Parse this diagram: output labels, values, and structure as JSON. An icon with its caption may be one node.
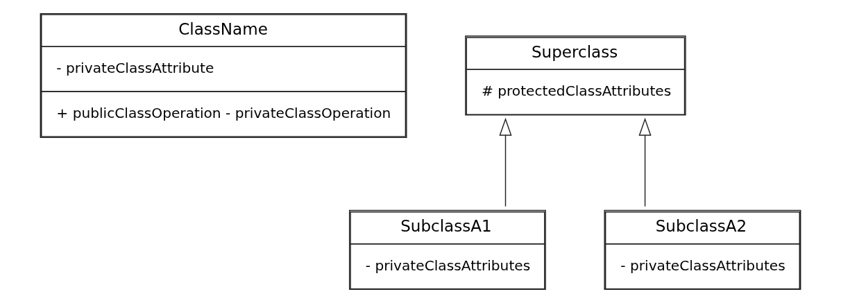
{
  "diagram": {
    "nodes": [
      {
        "text": [
          "ClassName",
          "- privateClassAttribute",
          "+ publicClassOperation - privateClassOperation"
        ]
      },
      {
        "text": [
          "Superclass",
          "# protectedClassAttributes"
        ]
      },
      {
        "text": [
          "SubclassA1",
          "- privateClassAttributes"
        ]
      },
      {
        "text": [
          "SubclassA2",
          "- privateClassAttributes"
        ]
      }
    ],
    "edges": [
      {
        "from": 2,
        "to": 1,
        "arrow": "to"
      },
      {
        "from": 3,
        "to": 1,
        "arrow": "to"
      }
    ]
  }
}
